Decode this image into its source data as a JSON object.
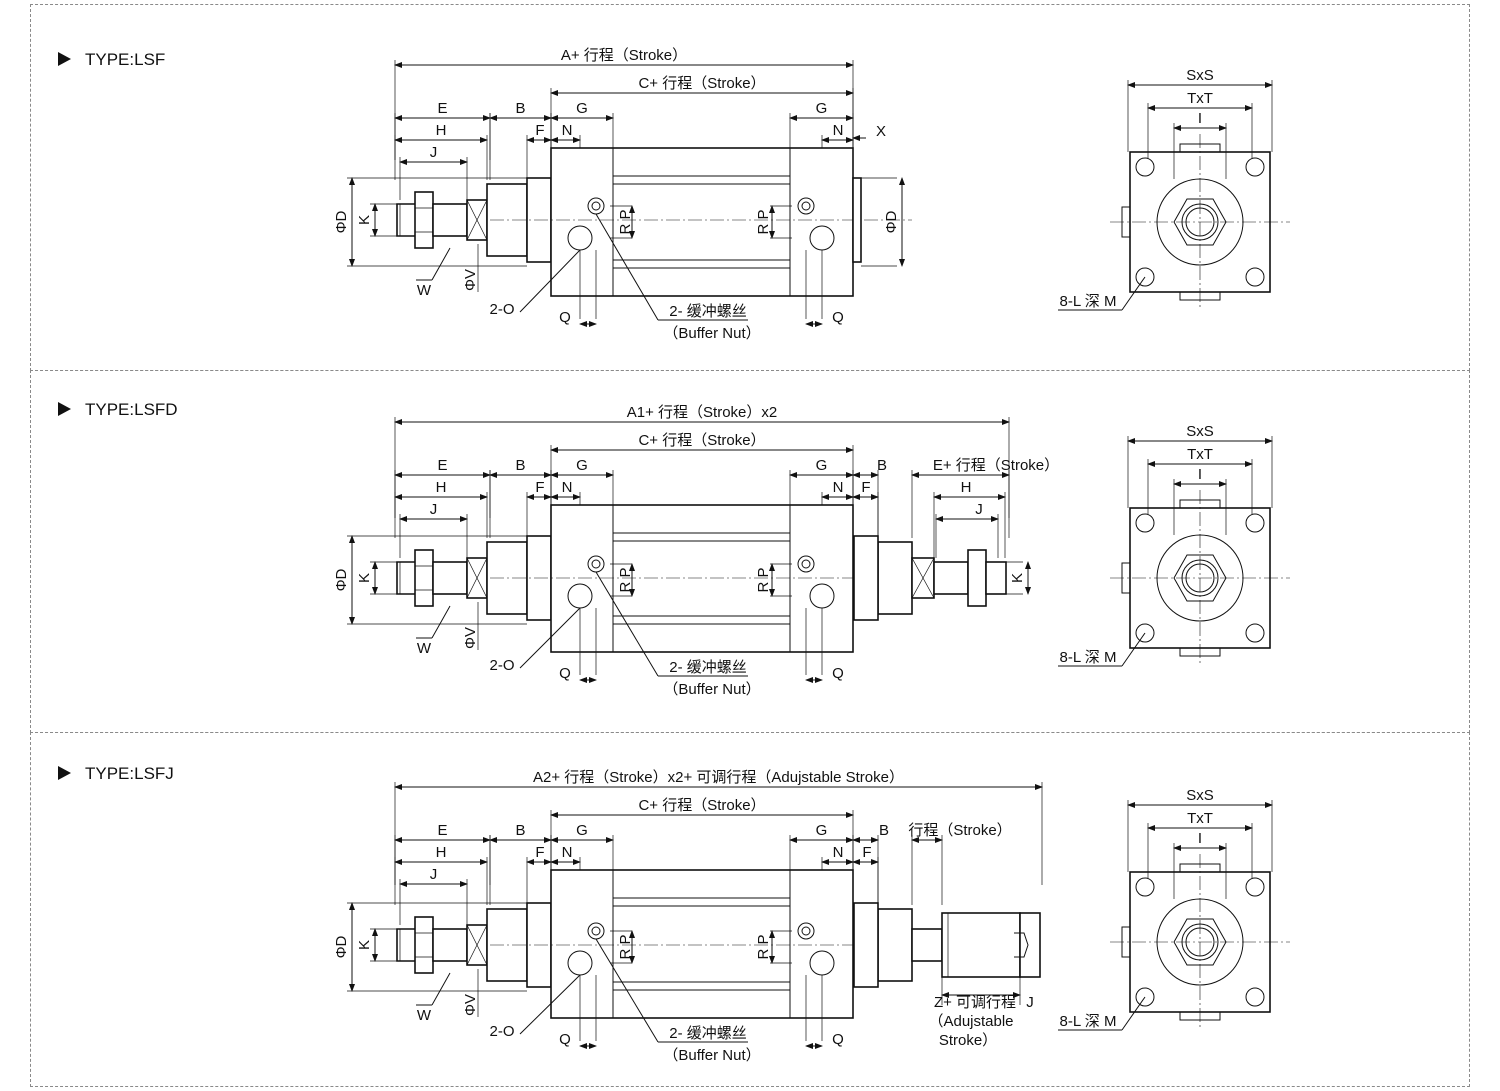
{
  "panels": [
    {
      "type_label": "TYPE:LSF",
      "dims": {
        "top": "A+ 行程（Stroke）",
        "second": "C+ 行程（Stroke）",
        "e": "E",
        "b": "B",
        "g_left": "G",
        "g_right": "G",
        "f": "F",
        "n_left": "N",
        "n_right": "N",
        "x": "X",
        "h": "H",
        "j": "J",
        "d_left": "ΦD",
        "d_right": "ΦD",
        "k": "K",
        "w": "W",
        "v": "ΦV",
        "o": "2-O",
        "q_left": "Q",
        "q_right": "Q",
        "rp_left": "R P",
        "rp_right": "R P",
        "buffer_cn": "2- 缓冲螺丝",
        "buffer_en": "（Buffer Nut）"
      },
      "end": {
        "sxs": "SxS",
        "txt": "TxT",
        "i": "I",
        "l": "8-L 深 M"
      }
    },
    {
      "type_label": "TYPE:LSFD",
      "dims": {
        "top": "A1+ 行程（Stroke）x2",
        "second": "C+ 行程（Stroke）",
        "e": "E",
        "b": "B",
        "g_left": "G",
        "g_right": "G",
        "f": "F",
        "n_left": "N",
        "n_right": "N",
        "b_right": "B",
        "f_right": "F",
        "e_right": "E+ 行程（Stroke）",
        "h_right": "H",
        "j_right": "J",
        "k_right": "K",
        "h": "H",
        "j": "J",
        "d_left": "ΦD",
        "k": "K",
        "w": "W",
        "v": "ΦV",
        "o": "2-O",
        "q_left": "Q",
        "q_right": "Q",
        "rp_left": "R P",
        "rp_right": "R P",
        "buffer_cn": "2- 缓冲螺丝",
        "buffer_en": "（Buffer Nut）"
      },
      "end": {
        "sxs": "SxS",
        "txt": "TxT",
        "i": "I",
        "l": "8-L 深 M"
      }
    },
    {
      "type_label": "TYPE:LSFJ",
      "dims": {
        "top": "A2+ 行程（Stroke）x2+ 可调行程（Adujstable Stroke）",
        "second": "C+ 行程（Stroke）",
        "e": "E",
        "b": "B",
        "g_left": "G",
        "g_right": "G",
        "f": "F",
        "n_left": "N",
        "n_right": "N",
        "b_right": "B",
        "f_right": "F",
        "stroke_right": "行程（Stroke）",
        "h": "H",
        "j": "J",
        "d_left": "ΦD",
        "k": "K",
        "w": "W",
        "v": "ΦV",
        "o": "2-O",
        "q_left": "Q",
        "q_right": "Q",
        "rp_left": "R P",
        "rp_right": "R P",
        "buffer_cn": "2- 缓冲螺丝",
        "buffer_en": "（Buffer Nut）",
        "z1": "Z+ 可调行程",
        "z2": "（Adujstable",
        "z3": "Stroke）",
        "j_right": "J"
      },
      "end": {
        "sxs": "SxS",
        "txt": "TxT",
        "i": "I",
        "l": "8-L 深 M"
      }
    }
  ]
}
